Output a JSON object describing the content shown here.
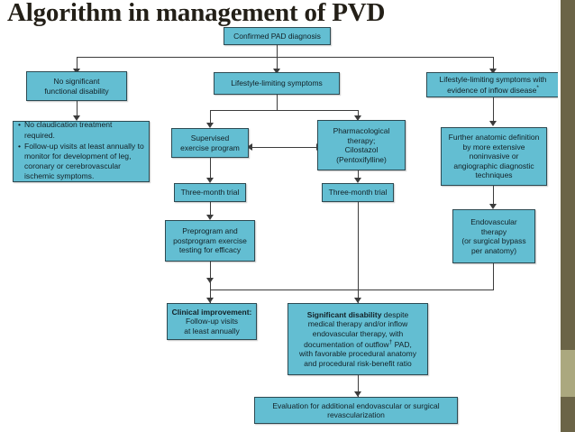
{
  "page": {
    "title": "Algorithm in management of PVD",
    "accent_box_fill": "#63bed2",
    "accent_box_border": "#2d4a52",
    "connector_color": "#3c3c3c",
    "stripe_color": "#6b6447",
    "stripe_light_color": "#aba87f"
  },
  "diagram": {
    "type": "flowchart",
    "nodes": {
      "confirmed_pad": "Confirmed PAD diagnosis",
      "no_significant": "No significant\nfunctional disability",
      "lifestyle_limiting": "Lifestyle-limiting symptoms",
      "lifestyle_inflow_line1": "Lifestyle-limiting symptoms with",
      "lifestyle_inflow_line2": "evidence of inflow disease",
      "lifestyle_inflow_marker": "*",
      "bullets": [
        "No claudication treatment required.",
        "Follow-up visits at least annually to monitor for development of leg, coronary or cerebrovascular ischemic symptoms."
      ],
      "supervised_exercise": "Supervised\nexercise program",
      "pharmacological": "Pharmacological\ntherapy;\nCilostazol\n(Pentoxifylline)",
      "further_anatomic": "Further anatomic definition\nby more extensive\nnoninvasive or\nangiographic diagnostic\ntechniques",
      "three_month_trial_left": "Three-month trial",
      "three_month_trial_right": "Three-month trial",
      "endovascular_therapy": "Endovascular\ntherapy\n(or surgical bypass\nper anatomy)",
      "preprogram": "Preprogram and\npostprogram exercise\ntesting for efficacy",
      "clinical_improvement_bold": "Clinical improvement:",
      "clinical_improvement_rest": "Follow-up visits\nat least annually",
      "significant_disability_bold": "Significant disability",
      "significant_disability_rest_1": " despite",
      "significant_disability_rest_2": "medical therapy and/or inflow",
      "significant_disability_rest_3": "endovascular therapy, with",
      "significant_disability_rest_4a": "documentation of outflow",
      "significant_disability_marker": "†",
      "significant_disability_rest_4b": " PAD,",
      "significant_disability_rest_5": "with favorable procedural anatomy",
      "significant_disability_rest_6": "and procedural risk-benefit ratio",
      "evaluation_additional": "Evaluation for additional endovascular or surgical\nrevascularization"
    },
    "edges": [
      {
        "from": "confirmed_pad",
        "to": "no_significant"
      },
      {
        "from": "confirmed_pad",
        "to": "lifestyle_limiting"
      },
      {
        "from": "confirmed_pad",
        "to": "lifestyle_inflow"
      },
      {
        "from": "no_significant",
        "to": "bullets"
      },
      {
        "from": "lifestyle_limiting",
        "to": "supervised_exercise"
      },
      {
        "from": "lifestyle_limiting",
        "to": "pharmacological"
      },
      {
        "from": "supervised_exercise",
        "to": "pharmacological",
        "bidirectional": true
      },
      {
        "from": "lifestyle_inflow",
        "to": "further_anatomic"
      },
      {
        "from": "supervised_exercise",
        "to": "three_month_trial_left"
      },
      {
        "from": "pharmacological",
        "to": "three_month_trial_right"
      },
      {
        "from": "further_anatomic",
        "to": "endovascular_therapy"
      },
      {
        "from": "three_month_trial_left",
        "to": "preprogram"
      },
      {
        "from": "preprogram",
        "to": "clinical_improvement"
      },
      {
        "from": "three_month_trial_right",
        "to": "significant_disability"
      },
      {
        "from": "endovascular_therapy",
        "to": "significant_disability"
      },
      {
        "from": "significant_disability",
        "to": "evaluation_additional"
      }
    ]
  }
}
